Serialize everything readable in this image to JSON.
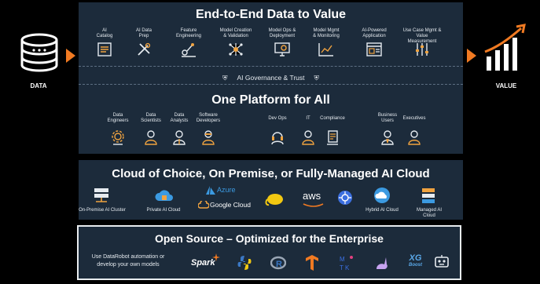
{
  "data_label": "DATA",
  "value_label": "VALUE",
  "top": {
    "title": "End-to-End Data to Value",
    "stages": [
      "AI\nCatalog",
      "AI Data\nPrep",
      "Feature\nEngineering",
      "Model Creation\n& Validation",
      "Model Ops &\nDeployment",
      "Model Mgmt\n& Monitoring",
      "AI-Powered\nApplication",
      "Use Case Mgmt &\nValue Measurement"
    ],
    "governance": "AI Governance & Trust",
    "platform_title": "One Platform for All",
    "roles": [
      "Data\nEngineers",
      "Data\nScientists",
      "Data\nAnalysts",
      "Software\nDevelopers",
      "Dev Ops",
      "IT",
      "Compliance",
      "Business\nUsers",
      "Executives"
    ]
  },
  "cloud": {
    "title": "Cloud of Choice, On Premise, or Fully-Managed AI Cloud",
    "onprem": "On-Premise AI Cluster",
    "private": "Private AI Cloud",
    "azure": "Azure",
    "google": "Google Cloud",
    "aws": "aws",
    "hybrid": "Hybrid AI Cloud",
    "managed": "Managed AI Cloud"
  },
  "opensource": {
    "title": "Open Source – Optimized for the Enterprise",
    "text": "Use DataRobot automation or\ndevelop your own models",
    "spark": "Spark",
    "xgboost": "XG",
    "xgboost_sub": "Boost"
  },
  "colors": {
    "accent": "#f07a22",
    "panel": "#1c2b3b",
    "icon_orange": "#f0a340"
  }
}
